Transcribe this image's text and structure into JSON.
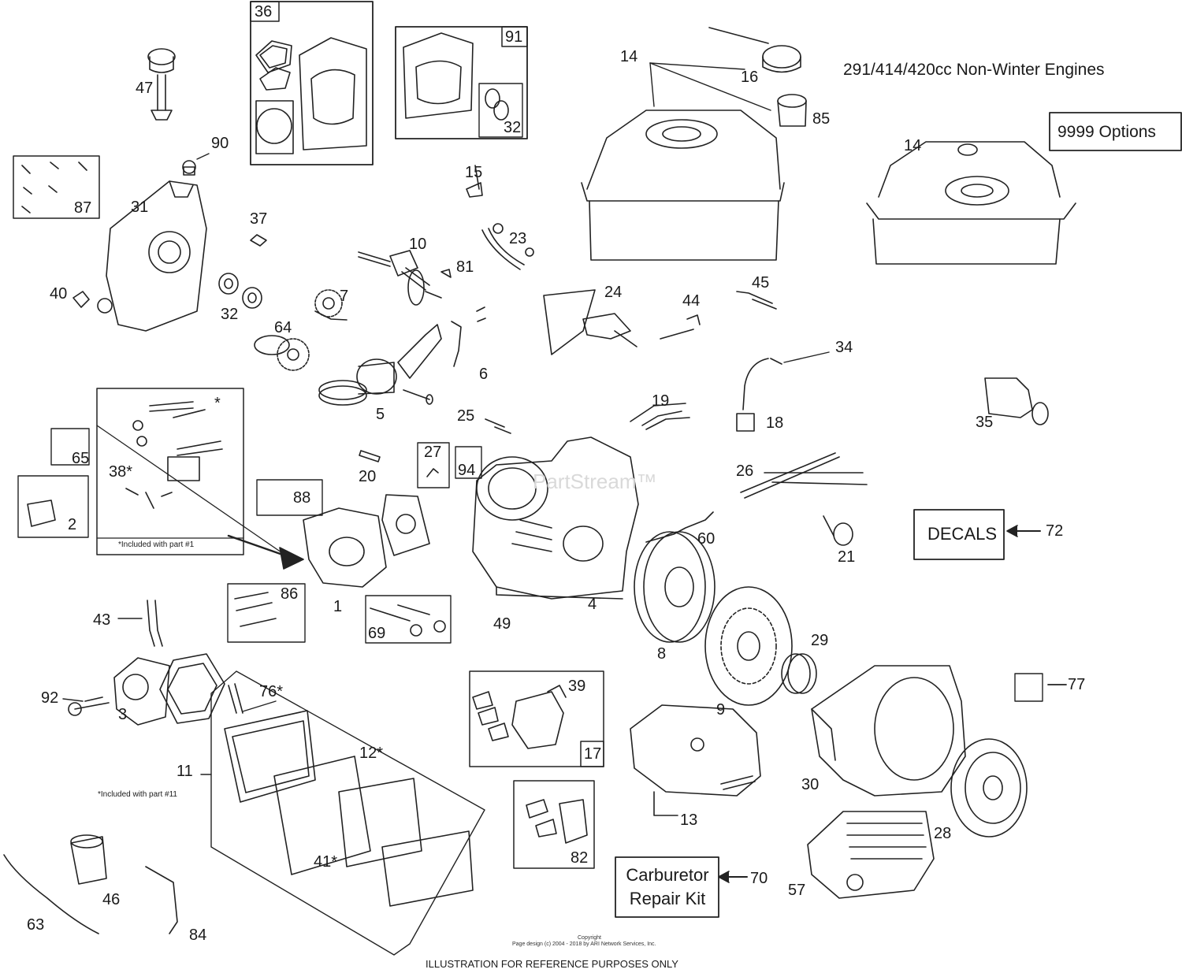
{
  "header": {
    "title": "291/414/420cc Non-Winter Engines",
    "options_box": "9999  Options"
  },
  "boxes": {
    "decals": "DECALS",
    "carb_kit_line1": "Carburetor",
    "carb_kit_line2": "Repair Kit"
  },
  "notes": {
    "included_part1": "*Included with part #1",
    "included_part11": "*Included with part #11"
  },
  "watermark": "PartStream™",
  "footer": {
    "copyright": "Copyright",
    "page_design": "Page design (c) 2004 - 2018 by ARI Network Services, Inc.",
    "disclaimer": "ILLUSTRATION FOR REFERENCE PURPOSES ONLY"
  },
  "callouts": {
    "p1": "1",
    "p2": "2",
    "p3": "3",
    "p4": "4",
    "p5": "5",
    "p6": "6",
    "p7": "7",
    "p8": "8",
    "p9": "9",
    "p10": "10",
    "p11": "11",
    "p12": "12*",
    "p13": "13",
    "p14a": "14",
    "p14b": "14",
    "p15": "15",
    "p16": "16",
    "p17": "17",
    "p18": "18",
    "p19": "19",
    "p20": "20",
    "p21": "21",
    "p23": "23",
    "p24": "24",
    "p25": "25",
    "p26": "26",
    "p27": "27",
    "p28": "28",
    "p29": "29",
    "p30": "30",
    "p31": "31",
    "p32a": "32",
    "p32b": "32",
    "p34": "34",
    "p35": "35",
    "p36": "36",
    "p37": "37",
    "p38": "38*",
    "p39": "39",
    "p40": "40",
    "p41": "41*",
    "p43": "43",
    "p44": "44",
    "p45": "45",
    "p46": "46",
    "p47": "47",
    "p49": "49",
    "p57": "57",
    "p60": "60",
    "p63": "63",
    "p64": "64",
    "p65": "65",
    "p69": "69",
    "p70": "70",
    "p72": "72",
    "p76": "76*",
    "p77": "77",
    "p81": "81",
    "p82": "82",
    "p84": "84",
    "p85": "85",
    "p86": "86",
    "p87": "87",
    "p88": "88",
    "p90": "90",
    "p91": "91",
    "p92": "92",
    "p94": "94",
    "star": "*"
  }
}
